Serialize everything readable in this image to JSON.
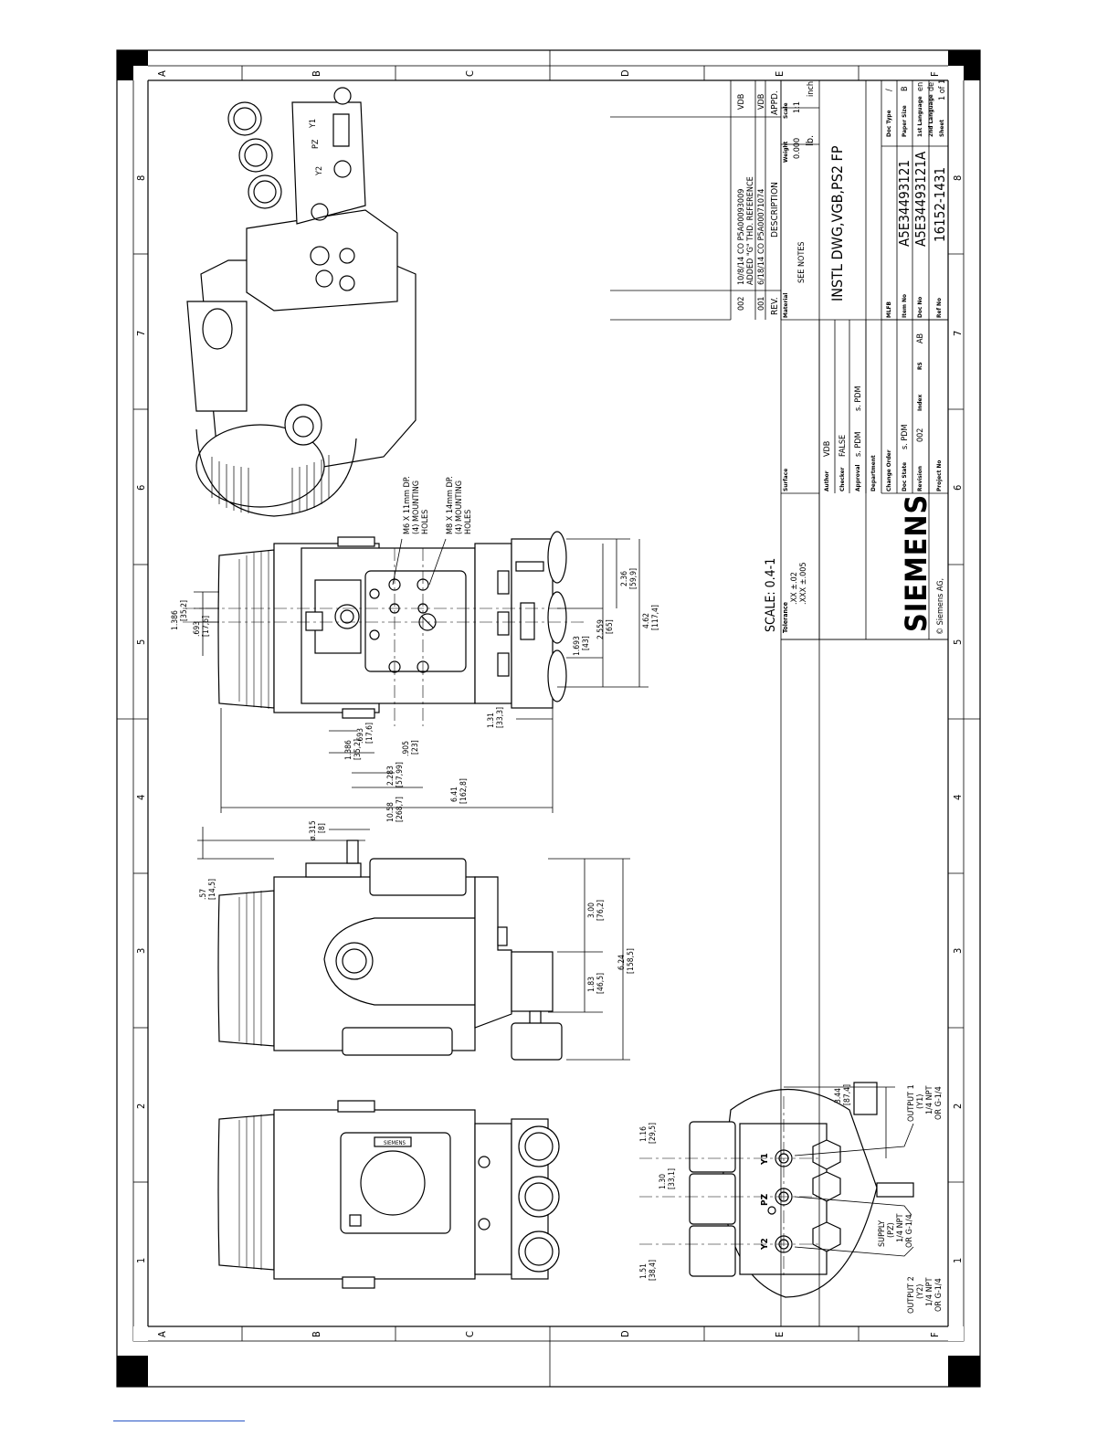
{
  "border": {
    "zones_letters": [
      "A",
      "B",
      "C",
      "D",
      "E",
      "F"
    ],
    "zones_numbers": [
      "1",
      "2",
      "3",
      "4",
      "5",
      "6",
      "7",
      "8"
    ]
  },
  "notes": {
    "scale": "SCALE: 0.4-1",
    "tolerance_label": "Tolerance",
    "tolerance_xx": ".XX   ±.02",
    "tolerance_xxx": ".XXX ±.005",
    "mounting_m6": [
      "M6 X 11mm DP.",
      "(4) MOUNTING",
      "HOLES"
    ],
    "mounting_m8": [
      "M8 X 14mm DP.",
      "(4) MOUNTING",
      "HOLES"
    ],
    "output1": [
      "OUTPUT 1",
      "(Y1)",
      "1/4 NPT",
      "OR G-1/4"
    ],
    "supply": [
      "SUPPLY",
      "(PZ)",
      "1/4 NPT",
      "OR G-1/4"
    ],
    "output2": [
      "OUTPUT 2",
      "(Y2)",
      "1/4 NPT",
      "OR G-1/4"
    ],
    "port_labels": [
      "Y1",
      "PZ",
      "Y2"
    ],
    "nameplate": "SIEMENS"
  },
  "dimensions": {
    "d1386": [
      "1.386",
      "[35,2]"
    ],
    "d693a": [
      ".693",
      "[17,6]"
    ],
    "d1386b": [
      "1.386",
      "[35,2]"
    ],
    "d693b": [
      ".693",
      "[17,6]"
    ],
    "d905": [
      ".905",
      "[23]"
    ],
    "d2283": [
      "2.283",
      "[57,99]"
    ],
    "d1058": [
      "10.58",
      "[268,7]"
    ],
    "d641": [
      "6.41",
      "[162,8]"
    ],
    "d131": [
      "1.31",
      "[33,3]"
    ],
    "d1693": [
      "1.693",
      "[43]"
    ],
    "d2559": [
      "2.559",
      "[65]"
    ],
    "d236": [
      "2.36",
      "[59,9]"
    ],
    "d462": [
      "4.62",
      "[117,4]"
    ],
    "d315": [
      "ø.315",
      "[8]"
    ],
    "d57": [
      ".57",
      "[14,5]"
    ],
    "d300": [
      "3.00",
      "[76,2]"
    ],
    "d183": [
      "1.83",
      "[46,5]"
    ],
    "d624": [
      "6.24",
      "[158,5]"
    ],
    "d116": [
      "1.16",
      "[29,5]"
    ],
    "d130": [
      "1.30",
      "[33,1]"
    ],
    "d151": [
      "1.51",
      "[38,4]"
    ],
    "d344": [
      "3.44",
      "[87,4]"
    ]
  },
  "revisions": [
    {
      "rev": "002",
      "date": "10/8/14",
      "text": "CO P5A00093009",
      "text2": "ADDED \"G\" THD. REFERENCE",
      "appd": "VDB"
    },
    {
      "rev": "001",
      "date": "6/18/14",
      "text": "CO P5A00071074",
      "text2": "",
      "appd": "VDB"
    }
  ],
  "rev_header": {
    "rev": "REV.",
    "desc": "DESCRIPTION",
    "appd": "APPD."
  },
  "title_block": {
    "material_label": "Material",
    "material_value": "SEE NOTES",
    "weight_label": "Weight",
    "weight_value": "0.000",
    "weight_unit": "lb.",
    "scale_label": "Scale",
    "scale_value": "1:1",
    "unit_value": "inch",
    "title": "INSTL DWG,VGB,PS2 FP",
    "surface_label": "Surface",
    "author_label": "Author",
    "author_value": "VDB",
    "checker_label": "Checker",
    "checker_value": "FALSE",
    "approval_label": "Approval",
    "approval_value": "s. PDM",
    "approval_value2": "s. PDM",
    "department_label": "Department",
    "change_order_label": "Change Order",
    "doc_state_label": "Doc State",
    "doc_state_value": "s. PDM",
    "revision_label": "Revision",
    "revision_value": "002",
    "index_label": "Index",
    "rs_label": "RS",
    "ab_value": "AB",
    "project_label": "Project No",
    "mlfb_label": "MLFB",
    "item_label": "Item No",
    "item_value": "A5E34493121",
    "doc_label": "Doc No",
    "doc_value": "A5E34493121A",
    "ref_label": "Ref No",
    "ref_value": "16152-1431",
    "doc_type_label": "Doc Type",
    "doc_type_value": "/",
    "paper_size_label": "Paper Size",
    "paper_size_value": "B",
    "lang1_label": "1st Language",
    "lang1_value": "en",
    "lang2_label": "2nd Language",
    "lang2_value": "de",
    "sheet_label": "Sheet",
    "sheet_value": "1 of 1",
    "logo": "SIEMENS",
    "copyright": "© Siemens AG,"
  }
}
